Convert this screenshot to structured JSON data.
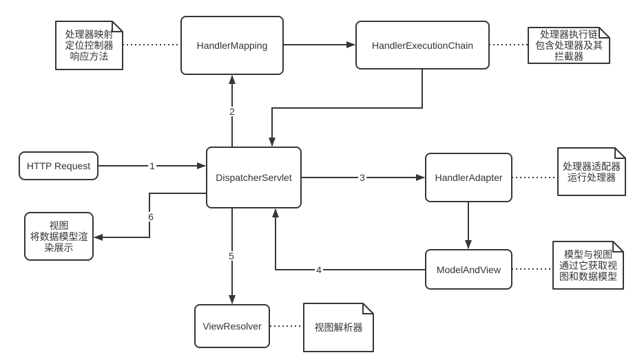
{
  "colors": {
    "stroke": "#363636",
    "text": "#333333",
    "background": "#ffffff"
  },
  "nodes": {
    "http_request": {
      "label": "HTTP Request"
    },
    "handler_mapping": {
      "label": "HandlerMapping"
    },
    "handler_execution_chain": {
      "label": "HandlerExecutionChain"
    },
    "dispatcher_servlet": {
      "label": "DispatcherServlet"
    },
    "handler_adapter": {
      "label": "HandlerAdapter"
    },
    "model_and_view": {
      "label": "ModelAndView"
    },
    "view_resolver": {
      "label": "ViewResolver"
    },
    "view": {
      "label": "视图\n将数据模型渲\n染展示"
    }
  },
  "notes": {
    "handler_mapping_note": {
      "text": "处理器映射\n定位控制器\n响应方法"
    },
    "handler_execution_chain_note": {
      "text": "处理器执行链\n包含处理器及其\n拦截器"
    },
    "handler_adapter_note": {
      "text": "处理器适配器\n运行处理器"
    },
    "model_and_view_note": {
      "text": "模型与视图\n通过它获取视\n图和数据模型"
    },
    "view_resolver_note": {
      "text": "视图解析器"
    }
  },
  "edge_labels": {
    "step1": "1",
    "step2": "2",
    "step3": "3",
    "step4": "4",
    "step5": "5",
    "step6": "6"
  },
  "edges": [
    {
      "from": "HTTP Request",
      "to": "DispatcherServlet",
      "label": "1"
    },
    {
      "from": "DispatcherServlet",
      "to": "HandlerMapping",
      "label": "2"
    },
    {
      "from": "HandlerMapping",
      "to": "HandlerExecutionChain",
      "label": ""
    },
    {
      "from": "HandlerExecutionChain",
      "to": "DispatcherServlet",
      "label": ""
    },
    {
      "from": "DispatcherServlet",
      "to": "HandlerAdapter",
      "label": "3"
    },
    {
      "from": "HandlerAdapter",
      "to": "ModelAndView",
      "label": ""
    },
    {
      "from": "ModelAndView",
      "to": "DispatcherServlet",
      "label": "4"
    },
    {
      "from": "DispatcherServlet",
      "to": "ViewResolver",
      "label": "5"
    },
    {
      "from": "DispatcherServlet",
      "to": "视图",
      "label": "6"
    }
  ]
}
